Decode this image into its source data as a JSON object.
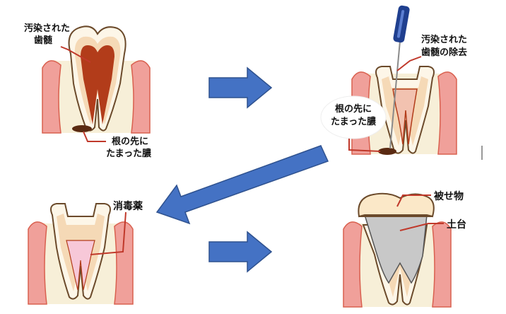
{
  "colors": {
    "arrow_fill": "#4472c4",
    "arrow_stroke": "#2f528f",
    "gum": "#f0a09a",
    "gum_edge": "#d9604f",
    "bone": "#f7efd8",
    "enamel": "#fdf6e8",
    "dentin": "#f5d9b6",
    "pulp_infected": "#b23c1a",
    "pulp_healthy": "#f2c2b0",
    "medicine": "#f7c8d8",
    "core_build": "#c8c8c8",
    "pus": "#5a2a12",
    "leader_line": "#c0392b"
  },
  "panels": {
    "infected": {
      "label_pulp_line1": "汚染された",
      "label_pulp_line2": "歯髄",
      "label_pus_line1": "根の先に",
      "label_pus_line2": "たまった膿"
    },
    "cleaning": {
      "label_removal_line1": "汚染された",
      "label_removal_line2": "歯髄の除去",
      "label_pus_line1": "根の先に",
      "label_pus_line2": "たまった膿"
    },
    "medicating": {
      "label_medicine": "消毒薬"
    },
    "restored": {
      "label_crown": "被せ物",
      "label_core": "土台"
    }
  }
}
